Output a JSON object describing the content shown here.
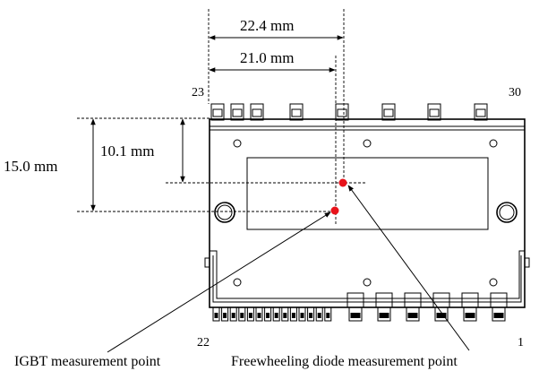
{
  "dimensions": {
    "fwd_horizontal": "22.4 mm",
    "igbt_horizontal": "21.0 mm",
    "igbt_vertical": "15.0 mm",
    "fwd_vertical": "10.1 mm"
  },
  "pin_labels": {
    "top_left": "23",
    "top_right": "30",
    "bottom_left": "22",
    "bottom_right": "1"
  },
  "captions": {
    "igbt": "IGBT measurement point",
    "fwd": "Freewheeling diode measurement point"
  },
  "colors": {
    "measurement_point": "#e8131b",
    "line": "#000000"
  }
}
